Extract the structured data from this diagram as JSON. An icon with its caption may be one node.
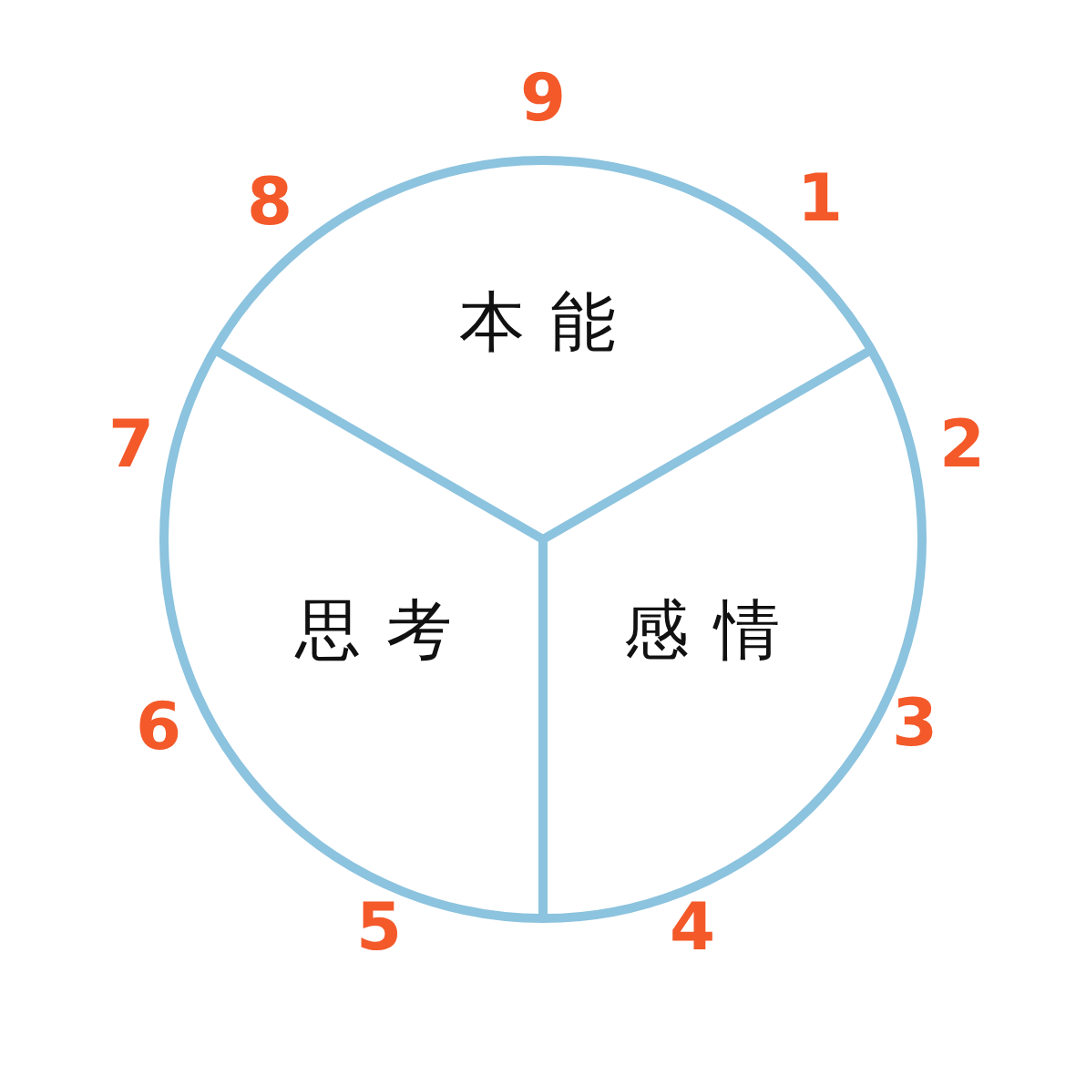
{
  "diagram": {
    "nodes": [
      {
        "text": [],
        "shape": "circle"
      },
      {
        "text": [
          "本能"
        ],
        "in": 0
      },
      {
        "text": [
          "思考"
        ],
        "in": 0
      },
      {
        "text": [
          "感情"
        ],
        "in": 0
      }
    ],
    "labels": [
      "9",
      "1",
      "2",
      "3",
      "4",
      "5",
      "6",
      "7",
      "8"
    ]
  }
}
